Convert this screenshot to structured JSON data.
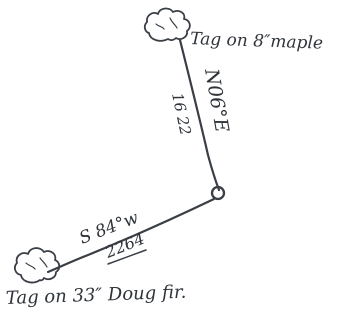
{
  "labels": {
    "top_tree": "Tag on 8″maple",
    "bottom_tree": "Tag on 33″ Doug fir.",
    "upper_bearing": "N06°E",
    "upper_distance": "16 22",
    "lower_bearing": "S 84°w",
    "lower_distance": "2264"
  },
  "icons": {
    "top": "tree-canopy-icon",
    "bottom": "tree-canopy-icon",
    "corner": "survey-corner-icon"
  }
}
